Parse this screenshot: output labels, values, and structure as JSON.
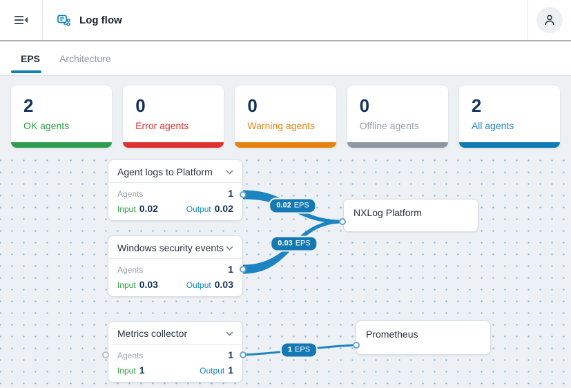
{
  "header": {
    "title": "Log flow"
  },
  "tabs": {
    "eps": "EPS",
    "architecture": "Architecture"
  },
  "stats": [
    {
      "value": "2",
      "label": "OK agents",
      "color": "#2e9e4e"
    },
    {
      "value": "0",
      "label": "Error agents",
      "color": "#e03131"
    },
    {
      "value": "0",
      "label": "Warning agents",
      "color": "#e8820e"
    },
    {
      "value": "0",
      "label": "Offline agents",
      "color": "#8d98a3"
    },
    {
      "value": "2",
      "label": "All agents",
      "color": "#0f7cb4"
    }
  ],
  "flow": {
    "edge_color": "#1b84c1",
    "nodes": [
      {
        "title": "Agent logs to Platform",
        "agents_label": "Agents",
        "agents": "1",
        "input_label": "Input",
        "input": "0.02",
        "output_label": "Output",
        "output": "0.02"
      },
      {
        "title": "Windows security events",
        "agents_label": "Agents",
        "agents": "1",
        "input_label": "Input",
        "input": "0.03",
        "output_label": "Output",
        "output": "0.03"
      },
      {
        "title": "Metrics collector",
        "agents_label": "Agents",
        "agents": "1",
        "input_label": "Input",
        "input": "1",
        "output_label": "Output",
        "output": "1"
      },
      {
        "title": "NXLog Platform"
      },
      {
        "title": "Prometheus"
      }
    ],
    "edges": [
      {
        "value": "0.02",
        "unit": "EPS",
        "from": "Agent logs to Platform",
        "to": "NXLog Platform"
      },
      {
        "value": "0.03",
        "unit": "EPS",
        "from": "Windows security events",
        "to": "NXLog Platform"
      },
      {
        "value": "1",
        "unit": "EPS",
        "from": "Metrics collector",
        "to": "Prometheus"
      }
    ]
  }
}
